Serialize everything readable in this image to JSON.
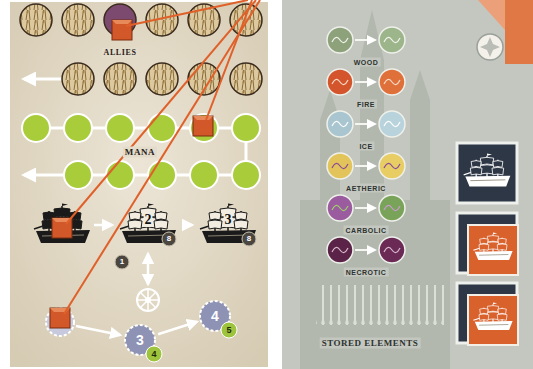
{
  "diagram": {
    "nodes": [
      {
        "text": [
          "2",
          "8"
        ]
      },
      {
        "text": [
          "3",
          "8"
        ]
      },
      {
        "text": [
          "3",
          "4"
        ]
      },
      {
        "text": [
          "4",
          "5"
        ]
      }
    ],
    "edges": [
      {
        "from": 0,
        "to": 1,
        "arrow": "to"
      },
      {
        "from": 2,
        "to": 3,
        "arrow": "to"
      }
    ],
    "labels": [
      "ALLIES",
      "MANA",
      "1",
      "WOOD",
      "FIRE",
      "ICE",
      "AETHERIC",
      "CARBOLIC",
      "NECROTIC",
      "STORED ELEMENTS"
    ]
  }
}
